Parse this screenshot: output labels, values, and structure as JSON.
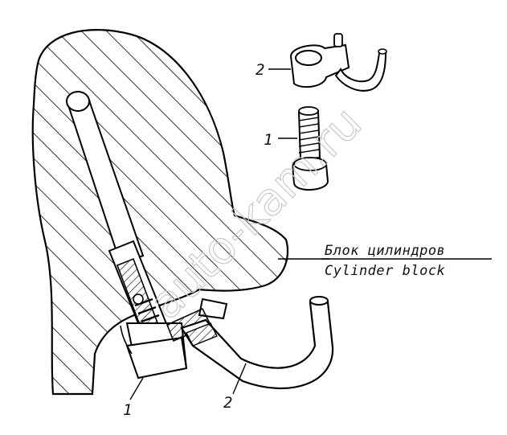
{
  "labels": {
    "callout_top_2": "2",
    "callout_top_1": "1",
    "callout_bottom_1": "1",
    "callout_bottom_2": "2",
    "caption_ru": "Блок цилиндров",
    "caption_en": "Cylinder block"
  },
  "watermark": "auto-kam.ru"
}
